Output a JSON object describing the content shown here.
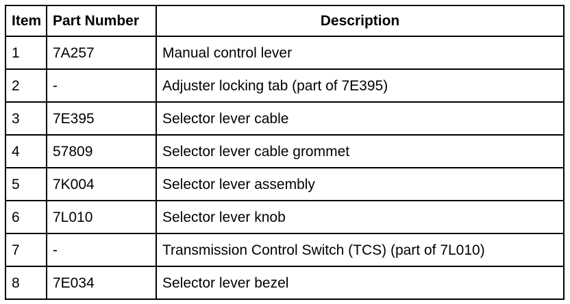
{
  "table": {
    "headers": {
      "item": "Item",
      "part_number": "Part Number",
      "description": "Description"
    },
    "rows": [
      {
        "item": "1",
        "part_number": "7A257",
        "description": "Manual control lever"
      },
      {
        "item": "2",
        "part_number": "-",
        "description": "Adjuster locking tab (part of 7E395)"
      },
      {
        "item": "3",
        "part_number": "7E395",
        "description": "Selector lever cable"
      },
      {
        "item": "4",
        "part_number": "57809",
        "description": "Selector lever cable grommet"
      },
      {
        "item": "5",
        "part_number": "7K004",
        "description": "Selector lever assembly"
      },
      {
        "item": "6",
        "part_number": "7L010",
        "description": "Selector lever knob"
      },
      {
        "item": "7",
        "part_number": "-",
        "description": "Transmission Control Switch (TCS) (part of 7L010)"
      },
      {
        "item": "8",
        "part_number": "7E034",
        "description": "Selector lever bezel"
      }
    ]
  }
}
